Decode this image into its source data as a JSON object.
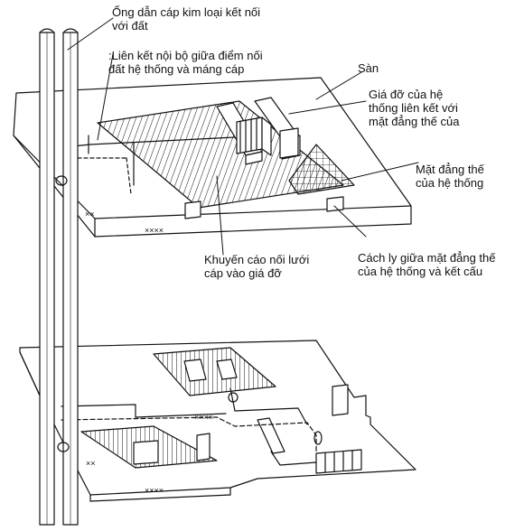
{
  "labels": {
    "conduit": "Ống dẫn cáp kim loại kết nối\nvới đất",
    "internal_bond": ":Liên kết nội bộ giữa điểm nối\nđất hệ thống và máng cáp",
    "floor": "Sàn",
    "support_bonded": "Giá đỡ của hệ\nthống liên kết với\nmặt đẳng thế của",
    "equipotential_plane": "Mặt đẳng thế\ncủa hệ thống",
    "mesh_recommendation": "Khuyến cáo nối lưới\ncáp vào giá đỡ",
    "isolation": "Cách ly giữa mặt đẳng thế\ncủa hệ thống và kết cấu"
  },
  "markers": {
    "x_pattern": "×××"
  }
}
